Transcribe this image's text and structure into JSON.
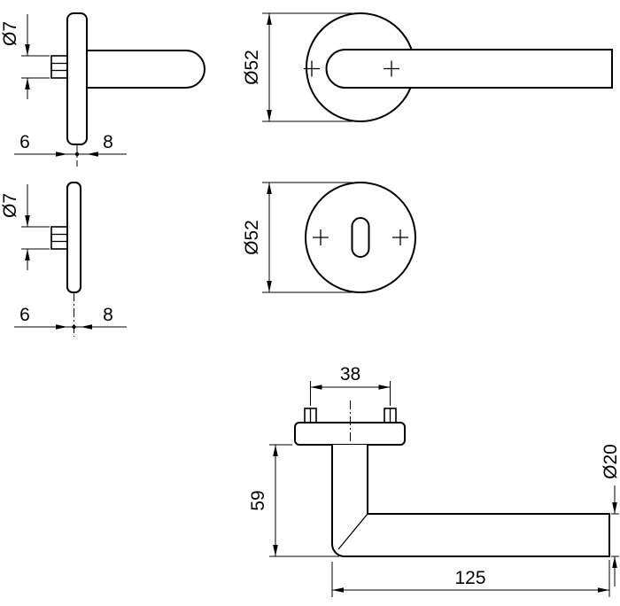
{
  "colors": {
    "line": "#000000",
    "background": "#ffffff"
  },
  "views": {
    "handle_side": {
      "dia_label": "Ø7",
      "dim_left": "6",
      "dim_right": "8"
    },
    "handle_front": {
      "dia_label": "Ø52"
    },
    "escutcheon_side": {
      "dia_label": "Ø7",
      "dim_left": "6",
      "dim_right": "8"
    },
    "escutcheon_front": {
      "dia_label": "Ø52"
    },
    "handle_profile": {
      "hole_spacing": "38",
      "height": "59",
      "grip_dia": "Ø20",
      "length": "125"
    }
  }
}
